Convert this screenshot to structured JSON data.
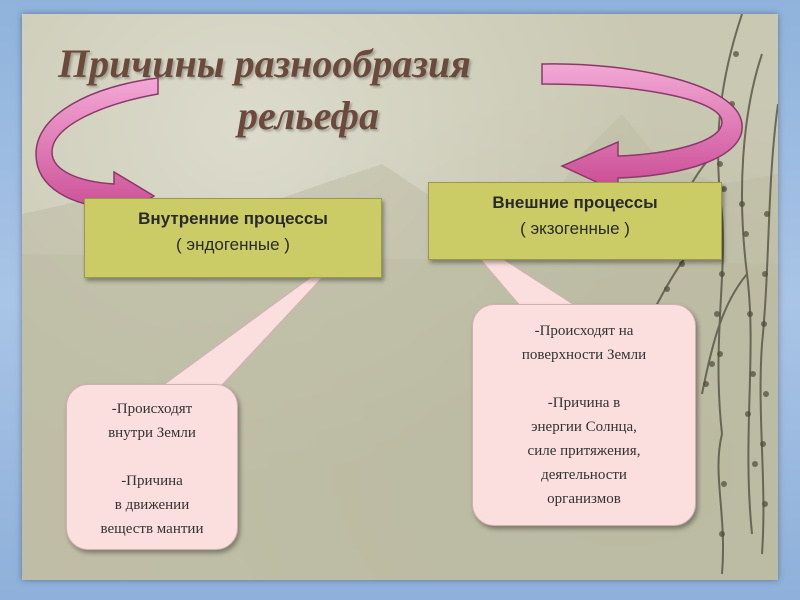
{
  "title": {
    "line1": "Причины разнообразия",
    "line2": "рельефа"
  },
  "internal": {
    "name": "Внутренние процессы",
    "sub": "( эндогенные )",
    "details": [
      "-Происходят",
      "внутри Земли",
      "-Причина",
      "в движении",
      "веществ мантии"
    ]
  },
  "external": {
    "name": "Внешние процессы",
    "sub": "( экзогенные )",
    "details": [
      "-Происходят на",
      "поверхности Земли",
      "-Причина в",
      "энергии Солнца,",
      "силе притяжения,",
      "деятельности",
      "организмов"
    ]
  },
  "colors": {
    "box_fill": "#cccc66",
    "callout_fill": "#fbdede",
    "arrow_fill": "#e373b4",
    "title_color": "#6b4a3c"
  }
}
